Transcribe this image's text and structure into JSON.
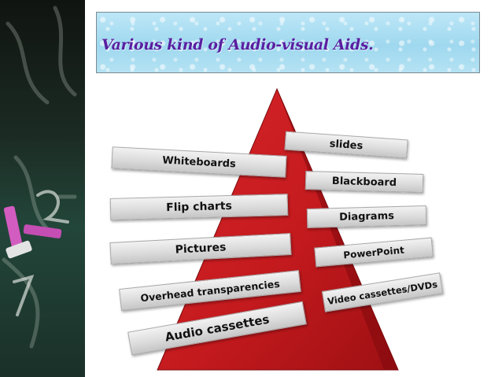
{
  "title": "Various kind of Audio-visual Aids.",
  "left_labels": [
    "Whiteboards",
    "Flip charts",
    "Pictures",
    "Overhead transparencies",
    "Audio cassettes"
  ],
  "right_labels": [
    "slides",
    "Blackboard",
    "Diagrams",
    "PowerPoint",
    "Video cassettes/DVDs"
  ],
  "colors": {
    "pyramid_red": "#c41a1e",
    "pyramid_dark": "#8e0d10",
    "title_bg": "#a9dcf1",
    "title_text": "#5a1fa0",
    "chalkboard": "#1f3a30"
  }
}
